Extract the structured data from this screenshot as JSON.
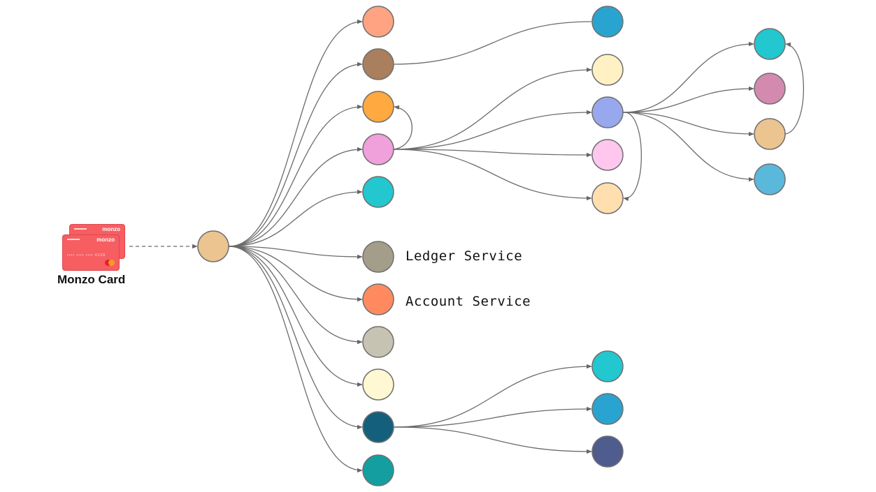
{
  "card": {
    "title": "Monzo Card",
    "brand": "monzo",
    "number": "•••• •••• •••• 0126",
    "color": "#F65E62"
  },
  "labels": {
    "ledger": "Ledger Service",
    "account": "Account Service"
  },
  "nodes": [
    {
      "id": "root",
      "color": "#EBC48F"
    },
    {
      "id": "a1",
      "color": "#FFA383"
    },
    {
      "id": "a2",
      "color": "#A97F5E"
    },
    {
      "id": "a3",
      "color": "#FFA940"
    },
    {
      "id": "a4",
      "color": "#F0A0DA"
    },
    {
      "id": "a5",
      "color": "#22C7CF"
    },
    {
      "id": "ledger",
      "color": "#A39D8A"
    },
    {
      "id": "account",
      "color": "#FF8A60"
    },
    {
      "id": "a8",
      "color": "#C7C3B3"
    },
    {
      "id": "a9",
      "color": "#FFF8D2"
    },
    {
      "id": "a10",
      "color": "#14607C"
    },
    {
      "id": "a11",
      "color": "#149EA0"
    },
    {
      "id": "b1",
      "color": "#29A4D0"
    },
    {
      "id": "b2",
      "color": "#FFF1C4"
    },
    {
      "id": "b3",
      "color": "#98A8EE"
    },
    {
      "id": "b4",
      "color": "#FFC7EE"
    },
    {
      "id": "b5",
      "color": "#FFDEB0"
    },
    {
      "id": "b6",
      "color": "#22C7CF"
    },
    {
      "id": "b7",
      "color": "#29A4D0"
    },
    {
      "id": "b8",
      "color": "#4F5C8E"
    },
    {
      "id": "c1",
      "color": "#22C7CF"
    },
    {
      "id": "c2",
      "color": "#D38AAE"
    },
    {
      "id": "c3",
      "color": "#EBC48F"
    },
    {
      "id": "c4",
      "color": "#5AB8DB"
    }
  ],
  "edges": [
    {
      "from": "card",
      "to": "root",
      "style": "dashed"
    },
    {
      "from": "root",
      "to": "a1"
    },
    {
      "from": "root",
      "to": "a2"
    },
    {
      "from": "root",
      "to": "a3"
    },
    {
      "from": "root",
      "to": "a4"
    },
    {
      "from": "root",
      "to": "a5"
    },
    {
      "from": "root",
      "to": "ledger"
    },
    {
      "from": "root",
      "to": "account"
    },
    {
      "from": "root",
      "to": "a8"
    },
    {
      "from": "root",
      "to": "a9"
    },
    {
      "from": "root",
      "to": "a10"
    },
    {
      "from": "root",
      "to": "a11"
    },
    {
      "from": "a2",
      "to": "b1",
      "arrow": false
    },
    {
      "from": "a4",
      "to": "a3",
      "style": "loop"
    },
    {
      "from": "a4",
      "to": "b2"
    },
    {
      "from": "a4",
      "to": "b3"
    },
    {
      "from": "a4",
      "to": "b4"
    },
    {
      "from": "a4",
      "to": "b5"
    },
    {
      "from": "b3",
      "to": "b5",
      "style": "loop"
    },
    {
      "from": "b3",
      "to": "c1"
    },
    {
      "from": "b3",
      "to": "c2"
    },
    {
      "from": "b3",
      "to": "c3"
    },
    {
      "from": "b3",
      "to": "c4"
    },
    {
      "from": "c3",
      "to": "c1",
      "style": "loop"
    },
    {
      "from": "a10",
      "to": "b6"
    },
    {
      "from": "a10",
      "to": "b7"
    },
    {
      "from": "a10",
      "to": "b8"
    }
  ]
}
